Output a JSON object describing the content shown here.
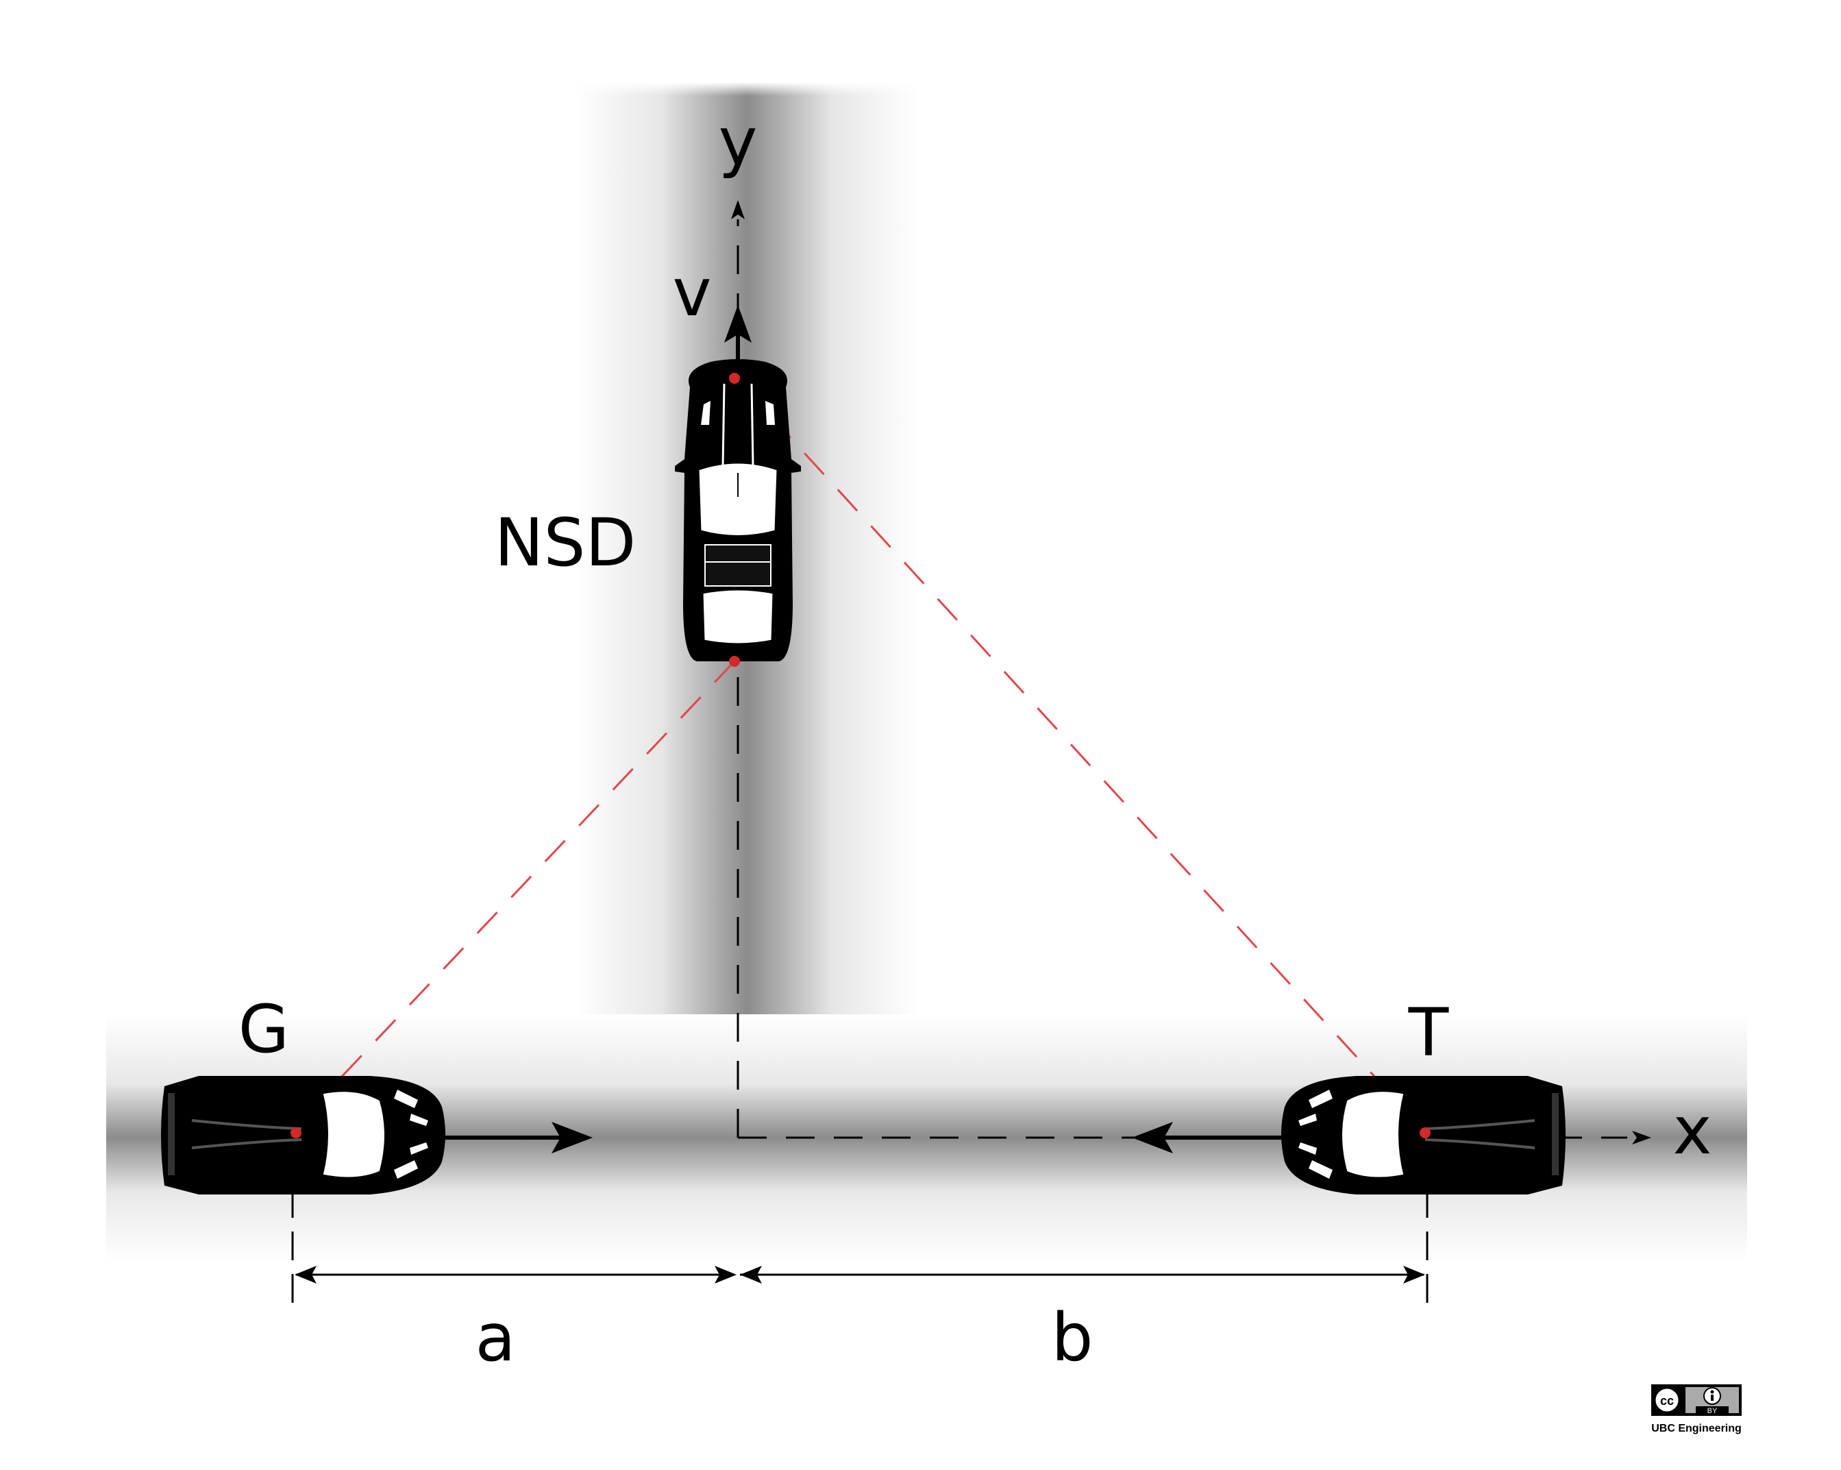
{
  "labels": {
    "y_axis": "y",
    "x_axis": "x",
    "velocity": "v",
    "nsd_car": "NSD",
    "g_car": "G",
    "t_car": "T",
    "distance_a": "a",
    "distance_b": "b"
  },
  "license": {
    "cc": "cc",
    "by": "BY",
    "credit": "UBC Engineering"
  },
  "colors": {
    "sight_line": "#e0474c",
    "road_shadow": "#8a8a8a",
    "car_body": "#000000",
    "marker": "#d62728"
  }
}
